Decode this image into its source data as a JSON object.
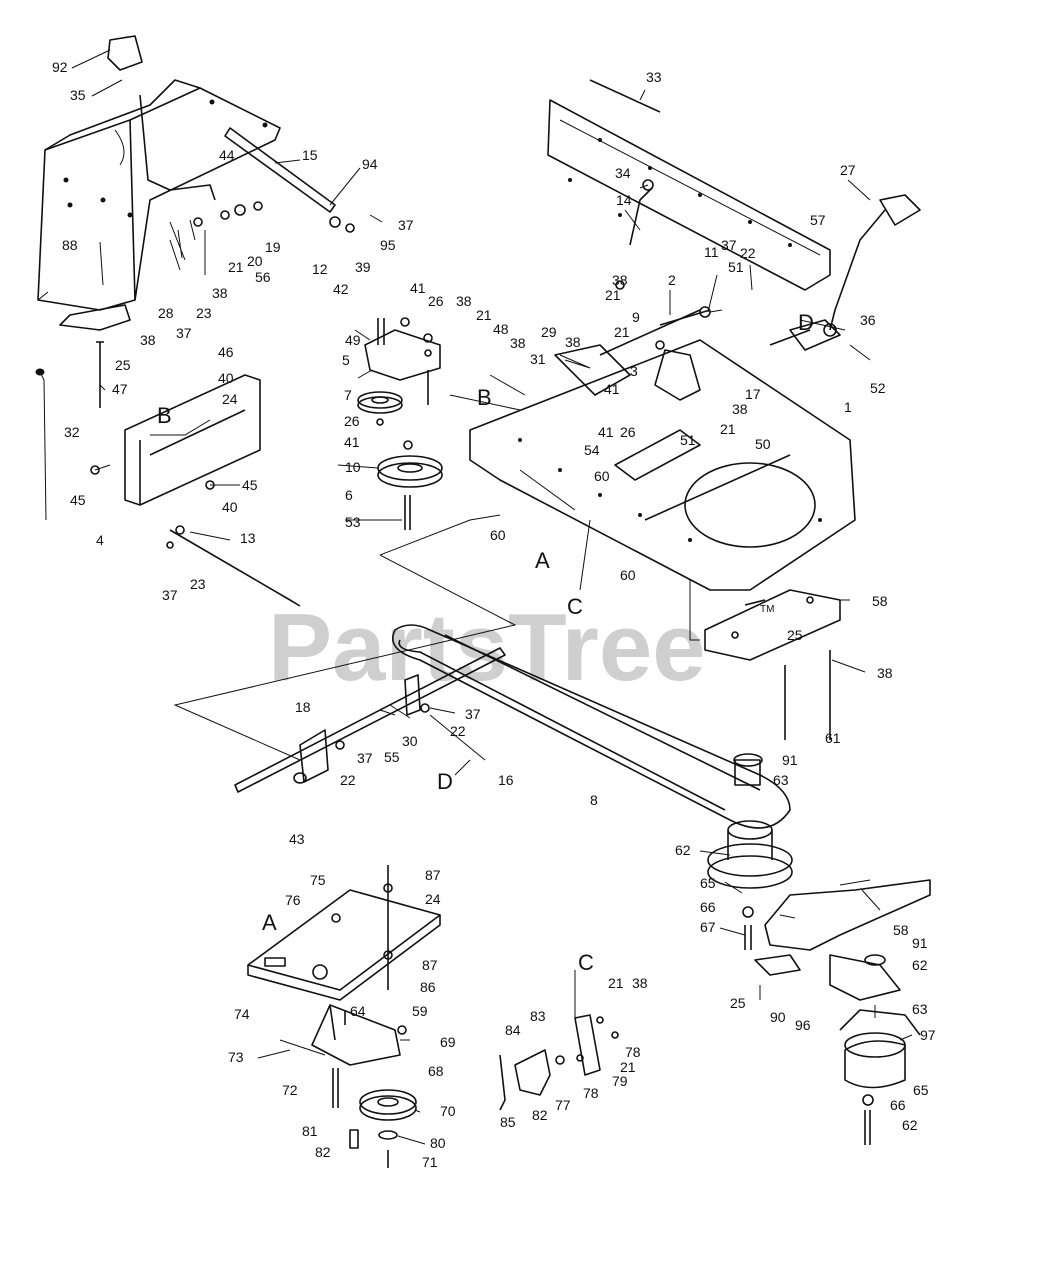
{
  "watermark": "PartsTree",
  "watermark_tm": "TM",
  "section_letters": [
    "A",
    "B",
    "C",
    "D"
  ],
  "part_numbers": {
    "n1": "1",
    "n2": "2",
    "n3": "3",
    "n4": "4",
    "n5": "5",
    "n6": "6",
    "n7": "7",
    "n8": "8",
    "n9": "9",
    "n10": "10",
    "n11": "11",
    "n12": "12",
    "n13": "13",
    "n14": "14",
    "n15": "15",
    "n16": "16",
    "n17": "17",
    "n18": "18",
    "n19": "19",
    "n20": "20",
    "n21": "21",
    "n22": "22",
    "n23": "23",
    "n24": "24",
    "n25": "25",
    "n26": "26",
    "n27": "27",
    "n28": "28",
    "n29": "29",
    "n30": "30",
    "n31": "31",
    "n32": "32",
    "n33": "33",
    "n34": "34",
    "n35": "35",
    "n36": "36",
    "n37": "37",
    "n38": "38",
    "n39": "39",
    "n40": "40",
    "n41": "41",
    "n42": "42",
    "n43": "43",
    "n44": "44",
    "n45": "45",
    "n46": "46",
    "n47": "47",
    "n48": "48",
    "n49": "49",
    "n50": "50",
    "n51": "51",
    "n52": "52",
    "n53": "53",
    "n54": "54",
    "n55": "55",
    "n56": "56",
    "n57": "57",
    "n58": "58",
    "n59": "59",
    "n60": "60",
    "n61": "61",
    "n62": "62",
    "n63": "63",
    "n64": "64",
    "n65": "65",
    "n66": "66",
    "n67": "67",
    "n68": "68",
    "n69": "69",
    "n70": "70",
    "n71": "71",
    "n72": "72",
    "n73": "73",
    "n74": "74",
    "n75": "75",
    "n76": "76",
    "n77": "77",
    "n78": "78",
    "n79": "79",
    "n80": "80",
    "n81": "81",
    "n82": "82",
    "n83": "83",
    "n84": "84",
    "n85": "85",
    "n86": "86",
    "n87": "87",
    "n88": "88",
    "n90": "90",
    "n91": "91",
    "n92": "92",
    "n94": "94",
    "n95": "95",
    "n96": "96",
    "n97": "97"
  }
}
